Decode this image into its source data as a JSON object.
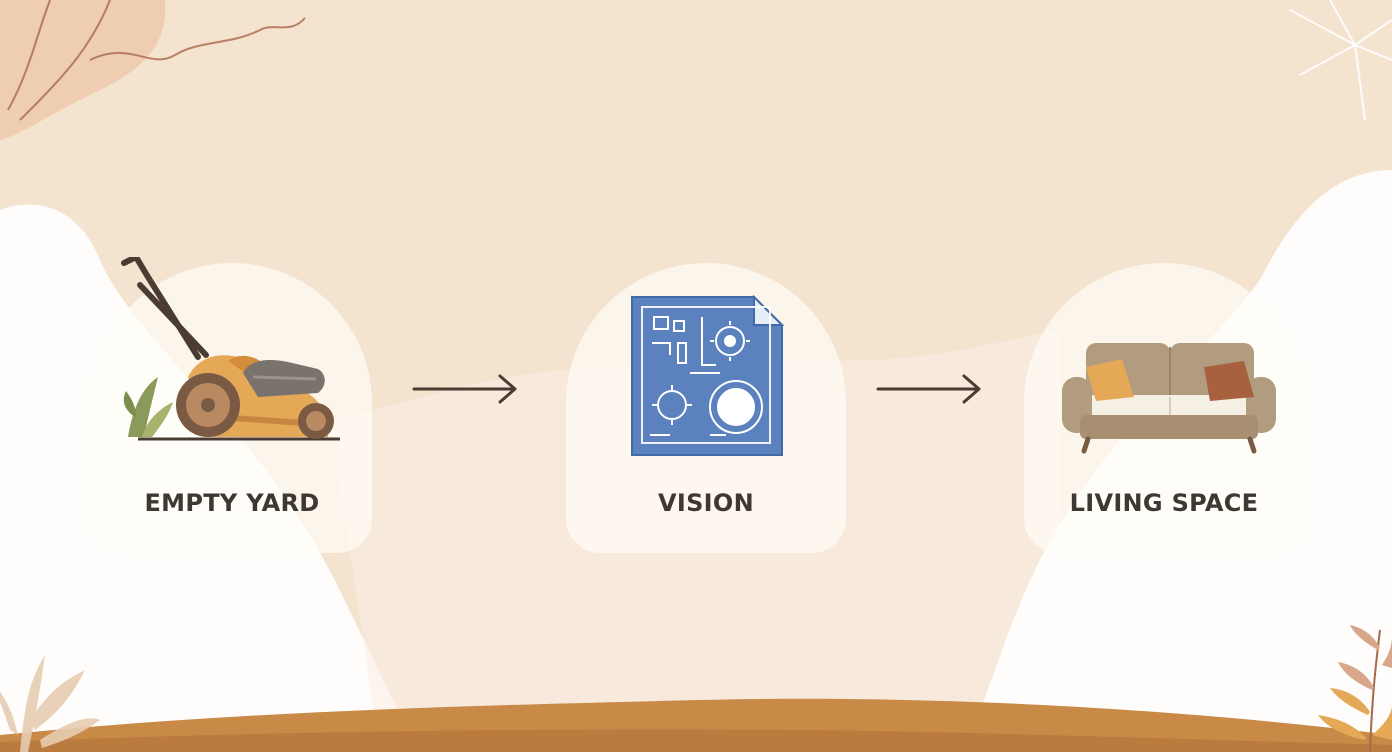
{
  "steps": [
    {
      "label": "EMPTY YARD",
      "icon": "lawn-mower-icon"
    },
    {
      "label": "VISION",
      "icon": "blueprint-icon"
    },
    {
      "label": "LIVING SPACE",
      "icon": "sofa-icon"
    }
  ],
  "colors": {
    "background": "#f3e3cf",
    "accent_orange": "#e4a857",
    "blueprint_blue": "#5b82bf",
    "sofa_taupe": "#b19c80",
    "ground": "#c98a48",
    "text": "#3f3732"
  }
}
